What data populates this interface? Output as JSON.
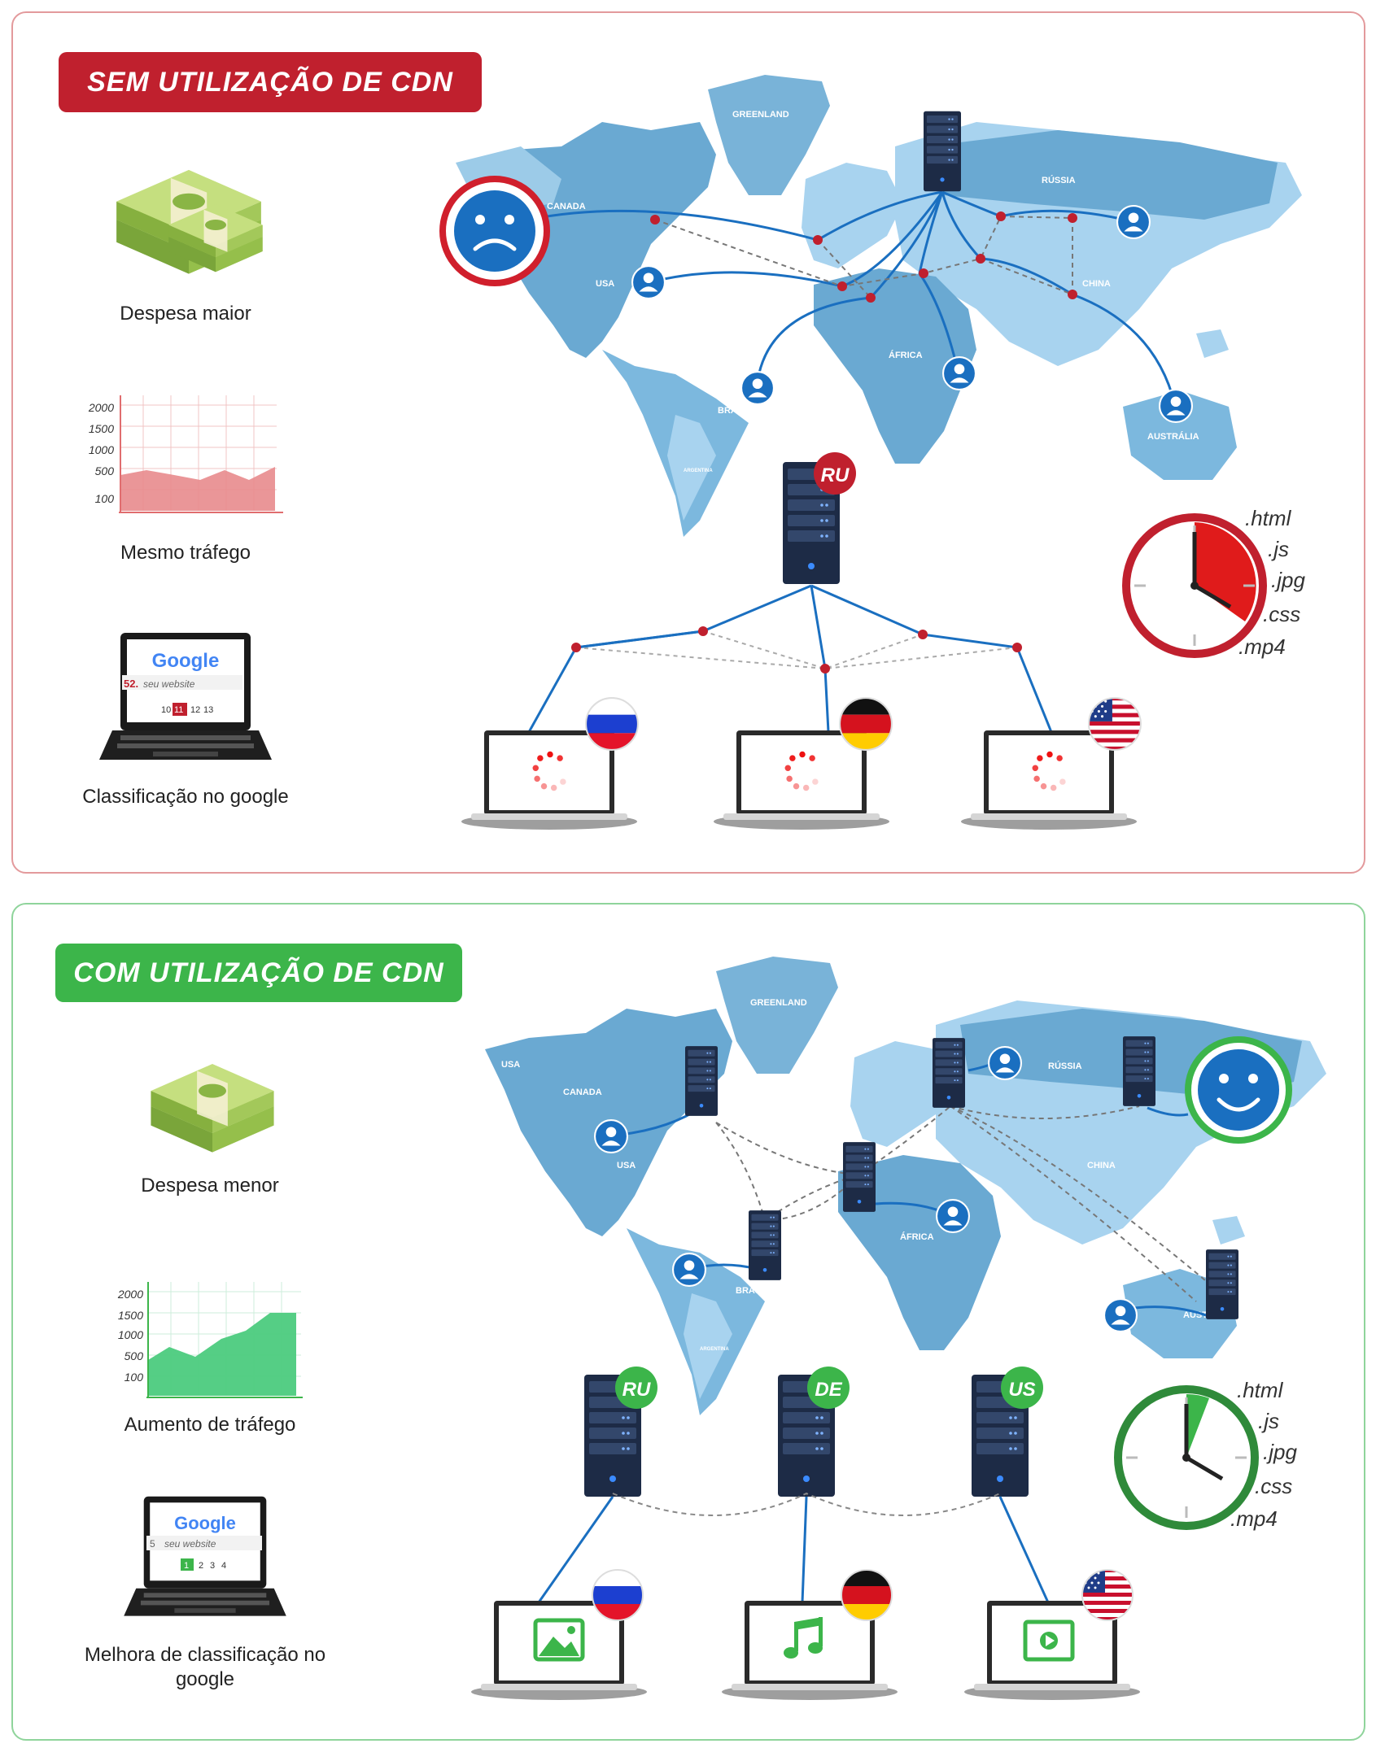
{
  "top": {
    "banner": "SEM UTILIZAÇÃO DE CDN",
    "items": [
      {
        "caption": "Despesa maior"
      },
      {
        "caption": "Mesmo tráfego"
      },
      {
        "caption": "Classificação no google"
      }
    ],
    "mini_chart": {
      "yticks": [
        "2000",
        "1500",
        "1000",
        "500",
        "100"
      ],
      "color": "#e88b8d"
    },
    "google": {
      "logo": "Google",
      "rank": "52.",
      "site": "seu website",
      "pages": [
        "10",
        "11",
        "12",
        "13"
      ],
      "active_page": "11"
    },
    "map_labels": {
      "greenland": "GREENLAND",
      "russia": "RÚSSIA",
      "canada": "CANADA",
      "usa": "USA",
      "china": "CHINA",
      "africa": "ÁFRICA",
      "brazil": "BRASIL",
      "argentina": "ARGENTINA",
      "australia": "AUSTRÁLIA"
    },
    "server_badge": "RU",
    "file_types": [
      ".html",
      ".js",
      ".jpg",
      ".css",
      ".mp4"
    ],
    "accent": "#c0202e"
  },
  "bottom": {
    "banner": "COM UTILIZAÇÃO DE CDN",
    "items": [
      {
        "caption": "Despesa menor"
      },
      {
        "caption": "Aumento de tráfego"
      },
      {
        "caption": "Melhora de classificação no google"
      }
    ],
    "mini_chart": {
      "yticks": [
        "2000",
        "1500",
        "1000",
        "500",
        "100"
      ],
      "color": "#4ccb7e"
    },
    "google": {
      "logo": "Google",
      "rank": "5",
      "site": "seu website",
      "pages": [
        "1",
        "2",
        "3",
        "4"
      ],
      "active_page": "1"
    },
    "map_labels": {
      "usa_top": "USA",
      "greenland": "GREENLAND",
      "russia": "RÚSSIA",
      "canada": "CANADA",
      "usa": "USA",
      "china": "CHINA",
      "africa": "ÁFRICA",
      "brazil": "BRASIL",
      "argentina": "ARGENTINA",
      "australia": "AUSTRÁLIA"
    },
    "server_badges": [
      "RU",
      "DE",
      "US"
    ],
    "file_types": [
      ".html",
      ".js",
      ".jpg",
      ".css",
      ".mp4"
    ],
    "accent": "#3cb54a"
  }
}
